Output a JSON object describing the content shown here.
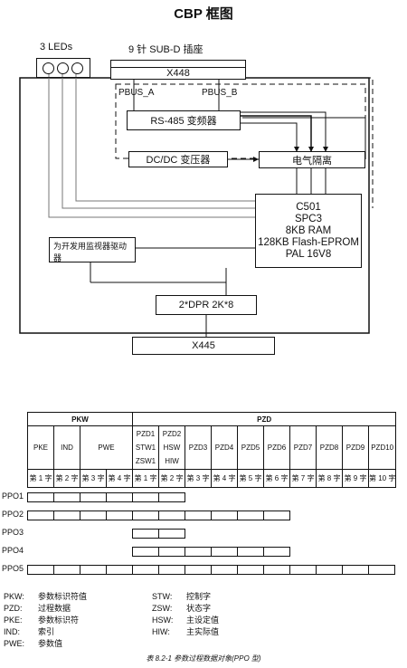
{
  "title": "CBP 框图",
  "labels": {
    "leds": "3 LEDs",
    "sub_d": "9 针 SUB-D 插座",
    "x448": "X448",
    "pbus_a": "PBUS_A",
    "pbus_b": "PBUS_B",
    "rs485": "RS-485 变频器",
    "dcdc": "DC/DC 变压器",
    "isolation": "电气隔离",
    "cpu": [
      "C501",
      "SPC3",
      "8KB RAM",
      "128KB Flash-EPROM",
      "PAL 16V8"
    ],
    "watchdog": "为开发用监视器驱动器",
    "dpr": "2*DPR 2K*8",
    "x445": "X445"
  },
  "table": {
    "pkw": "PKW",
    "pzd": "PZD",
    "subheaders": [
      "PKE",
      "IND",
      "PWE",
      "",
      "PZD1\nSTW1\nZSW1",
      "PZD2\nHSW\nHIW",
      "PZD3",
      "PZD4",
      "PZD5",
      "PZD6",
      "PZD7",
      "PZD8",
      "PZD9",
      "PZD10"
    ],
    "words": [
      "第 1 字",
      "第 2 字",
      "第 3 字",
      "第 4 字",
      "第 1 字",
      "第 2 字",
      "第 3 字",
      "第 4 字",
      "第 5 字",
      "第 6 字",
      "第 7 字",
      "第 8 字",
      "第 9 字",
      "第 10 字"
    ],
    "rows": [
      {
        "name": "PPO1",
        "cells": [
          1,
          1,
          1,
          1,
          1,
          1,
          0,
          0,
          0,
          0,
          0,
          0,
          0,
          0
        ]
      },
      {
        "name": "PPO2",
        "cells": [
          1,
          1,
          1,
          1,
          1,
          1,
          1,
          1,
          1,
          1,
          0,
          0,
          0,
          0
        ]
      },
      {
        "name": "PPO3",
        "cells": [
          0,
          0,
          0,
          0,
          1,
          1,
          0,
          0,
          0,
          0,
          0,
          0,
          0,
          0
        ]
      },
      {
        "name": "PPO4",
        "cells": [
          0,
          0,
          0,
          0,
          1,
          1,
          1,
          1,
          1,
          1,
          0,
          0,
          0,
          0
        ]
      },
      {
        "name": "PPO5",
        "cells": [
          1,
          1,
          1,
          1,
          1,
          1,
          1,
          1,
          1,
          1,
          1,
          1,
          1,
          1
        ]
      }
    ]
  },
  "legend": {
    "left": [
      {
        "key": "PKW:",
        "value": "参数标识符值"
      },
      {
        "key": "PZD:",
        "value": "过程数据"
      },
      {
        "key": "PKE:",
        "value": "参数标识符"
      },
      {
        "key": "IND:",
        "value": "索引"
      },
      {
        "key": "PWE:",
        "value": "参数值"
      }
    ],
    "right": [
      {
        "key": "STW:",
        "value": "控制字"
      },
      {
        "key": "ZSW:",
        "value": "状态字"
      },
      {
        "key": "HSW:",
        "value": "主设定值"
      },
      {
        "key": "HIW:",
        "value": "主实际值"
      }
    ]
  },
  "caption": "表 8.2-1    参数过程数据对象(PPO 型)"
}
